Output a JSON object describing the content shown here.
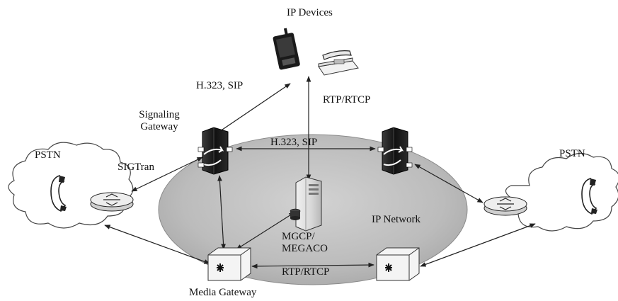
{
  "labels": {
    "ip_devices": "IP Devices",
    "signaling_gateway_line1": "Signaling",
    "signaling_gateway_line2": "Gateway",
    "h323_sip_top": "H.323, SIP",
    "rtp_rtcp_top": "RTP/RTCP",
    "h323_sip_middle": "H.323, SIP",
    "pstn_left": "PSTN",
    "pstn_right": "PSTN",
    "sigtran": "SIGTran",
    "mgcp_line1": "MGCP/",
    "mgcp_line2": "MEGACO",
    "ip_network": "IP Network",
    "rtp_rtcp_bottom": "RTP/RTCP",
    "media_gateway": "Media Gateway"
  },
  "colors": {
    "ip_network_fill": "#c4c4c4",
    "ip_network_edge": "#8a8a8a",
    "device_dark": "#1c1c1c",
    "line": "#222222",
    "cloud_fill": "#ffffff"
  },
  "icons": {
    "mobile_device": "pda-icon",
    "desk_phone": "ip-phone-icon",
    "signaling_gateway": "gateway-tower-icon",
    "call_server": "server-tower-icon",
    "media_gateway": "media-gateway-box-icon",
    "router": "router-disc-icon",
    "pstn_handset": "handset-icon"
  }
}
